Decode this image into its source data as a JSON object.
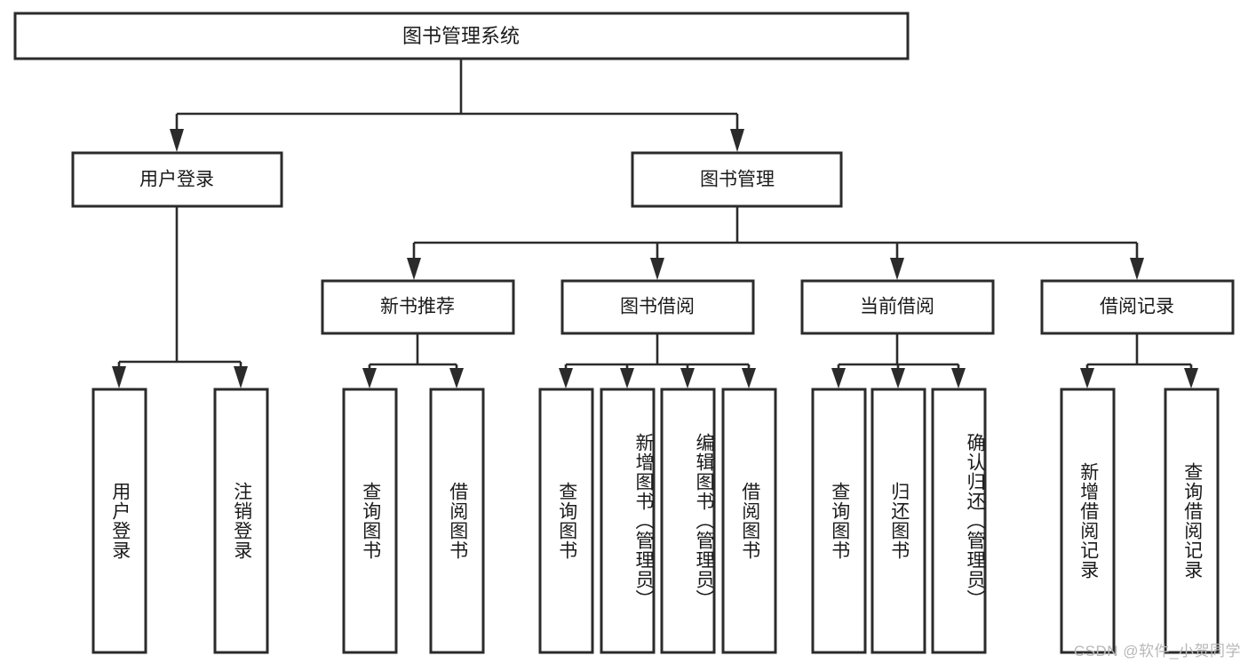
{
  "diagram": {
    "type": "tree-hierarchy",
    "title": "图书管理系统",
    "watermark": "CSDN @软件_小贺同学",
    "colors": {
      "stroke": "#2b2b2b",
      "fill": "#ffffff",
      "text": "#1b1b1b",
      "watermark": "#b8b8b8",
      "background": "#ffffff"
    },
    "root": {
      "label": "图书管理系统"
    },
    "level2": [
      {
        "label": "用户登录"
      },
      {
        "label": "图书管理"
      }
    ],
    "level3": [
      {
        "label": "新书推荐"
      },
      {
        "label": "图书借阅"
      },
      {
        "label": "当前借阅"
      },
      {
        "label": "借阅记录"
      }
    ],
    "leaves": {
      "user_login": [
        {
          "label": "用户登录"
        },
        {
          "label": "注销登录"
        }
      ],
      "new_book_recommend": [
        {
          "label": "查询图书"
        },
        {
          "label": "借阅图书"
        }
      ],
      "book_borrow": [
        {
          "label": "查询图书"
        },
        {
          "label": "新增图书（管理员）"
        },
        {
          "label": "编辑图书（管理员）"
        },
        {
          "label": "借阅图书"
        }
      ],
      "current_borrow": [
        {
          "label": "查询图书"
        },
        {
          "label": "归还图书"
        },
        {
          "label": "确认归还（管理员）"
        }
      ],
      "borrow_record": [
        {
          "label": "新增借阅记录"
        },
        {
          "label": "查询借阅记录"
        }
      ]
    }
  }
}
